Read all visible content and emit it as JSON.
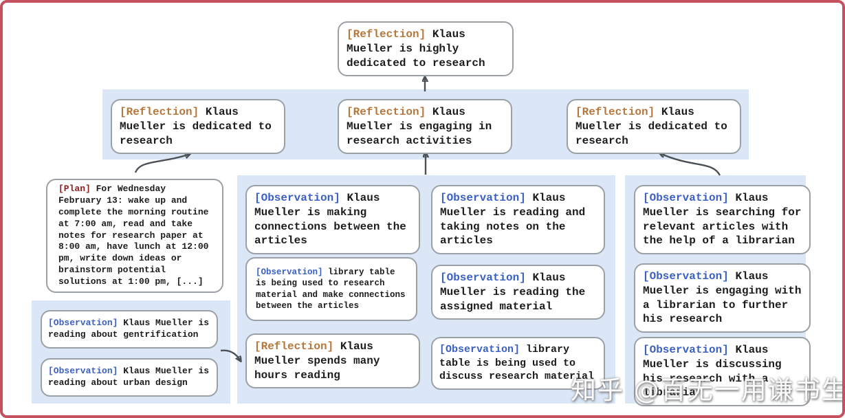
{
  "figure": {
    "description_colors": {
      "frame_border": "#c5505e",
      "band_background": "#dbe7f6",
      "node_border": "#9aa0a6",
      "node_text": "#1c1c1e",
      "reflection_tag": "#b5773c",
      "plan_tag": "#8e2020",
      "observation_tag": "#3a5fc5",
      "arrow": "#4a5056"
    }
  },
  "nodes": {
    "top": {
      "tag": "[Reflection]",
      "text": "Klaus Mueller is highly dedicated to research"
    },
    "row2_left": {
      "tag": "[Reflection]",
      "text": "Klaus Mueller is dedicated to research"
    },
    "row2_mid": {
      "tag": "[Reflection]",
      "text": "Klaus Mueller is engaging in research activities"
    },
    "row2_right": {
      "tag": "[Reflection]",
      "text": "Klaus Mueller is dedicated to research"
    },
    "plan": {
      "tag": "[Plan]",
      "text": "For Wednesday February 13: wake up and complete the morning routine at 7:00 am, read and take notes for research paper at 8:00 am, have lunch at 12:00 pm, write down ideas or brainstorm potential solutions at 1:00 pm, [...]"
    },
    "left_obs_gentrification": {
      "tag": "[Observation]",
      "text": "Klaus Mueller is reading about gentrification"
    },
    "left_obs_urban_design": {
      "tag": "[Observation]",
      "text": "Klaus Mueller is reading about urban design"
    },
    "mid_obs_connections": {
      "tag": "[Observation]",
      "text": "Klaus Mueller is making connections between the articles"
    },
    "mid_obs_library_research": {
      "tag": "[Observation]",
      "text": "library table is being used to research material and make connections between the articles"
    },
    "mid_reflection_hours": {
      "tag": "[Reflection]",
      "text": "Klaus Mueller spends many hours reading"
    },
    "mid_obs_taking_notes": {
      "tag": "[Observation]",
      "text": "Klaus Mueller is reading and taking notes on the articles"
    },
    "mid_obs_assigned_material": {
      "tag": "[Observation]",
      "text": "Klaus Mueller is reading the assigned material"
    },
    "mid_obs_library_discuss": {
      "tag": "[Observation]",
      "text": "library table is being used to discuss research material"
    },
    "right_obs_searching": {
      "tag": "[Observation]",
      "text": "Klaus Mueller is searching for relevant articles with the help of a librarian"
    },
    "right_obs_engaging": {
      "tag": "[Observation]",
      "text": "Klaus Mueller is engaging with a librarian to further his research"
    },
    "right_obs_discussing": {
      "tag": "[Observation]",
      "text": "Klaus Mueller is discussing his research with a librarian"
    }
  },
  "watermark": {
    "text": "知乎 @百无一用谦书生"
  }
}
